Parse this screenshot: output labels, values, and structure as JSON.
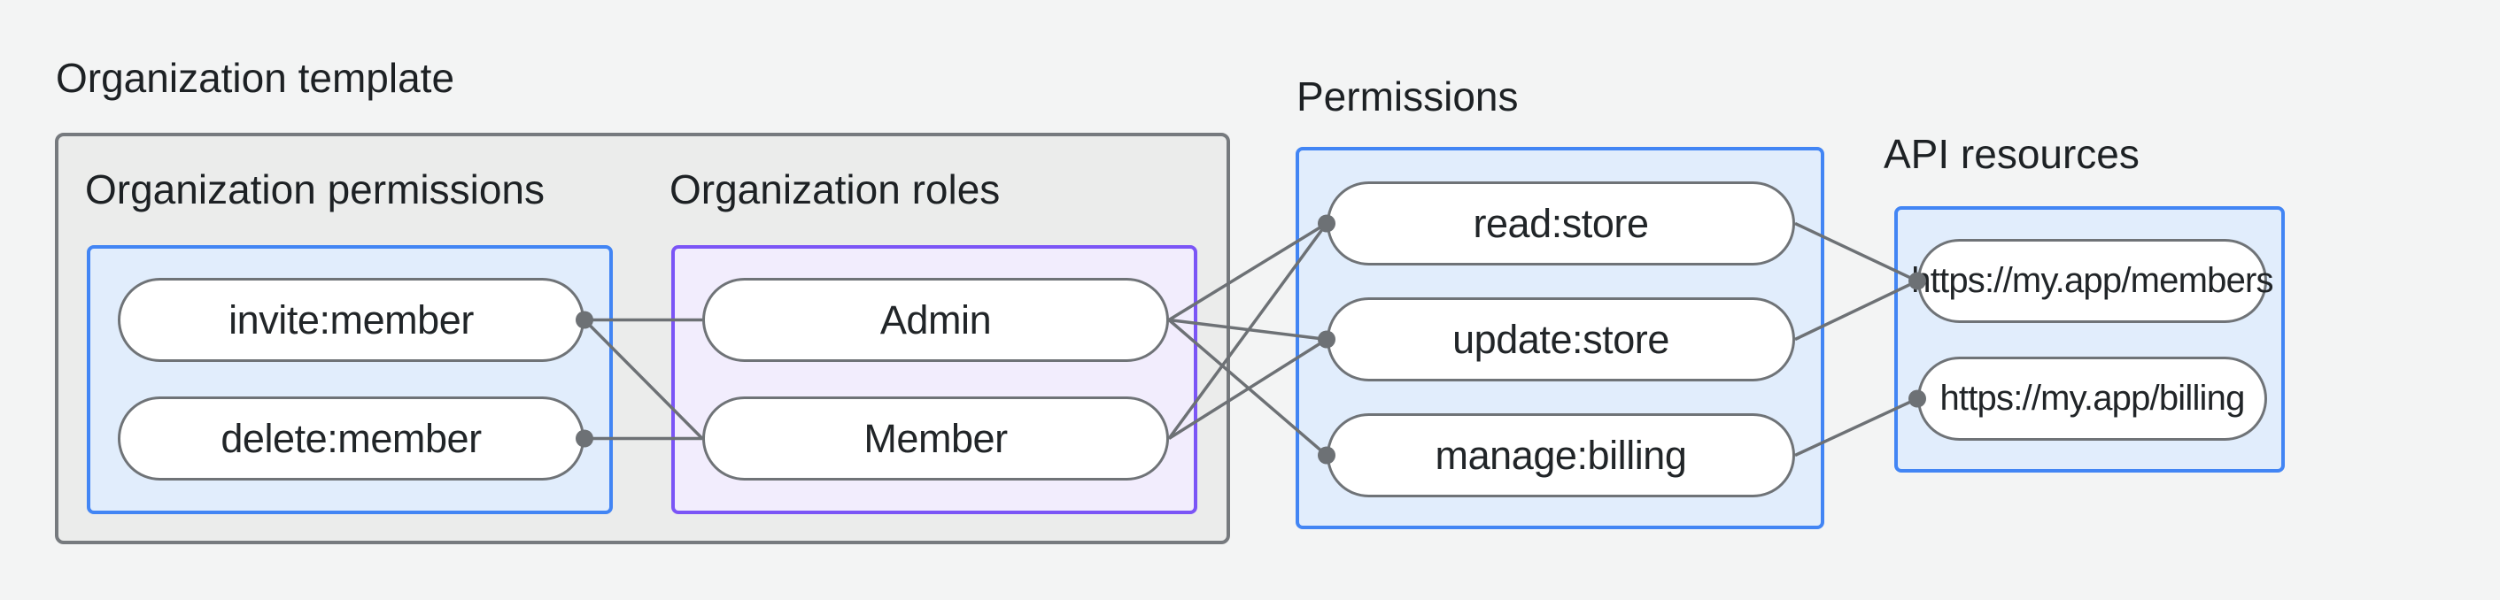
{
  "diagram": {
    "outer_label": "Organization template",
    "groups": [
      {
        "id": "org-permissions",
        "label": "Organization permissions"
      },
      {
        "id": "org-roles",
        "label": "Organization roles"
      },
      {
        "id": "permissions",
        "label": "Permissions"
      },
      {
        "id": "api-resources",
        "label": "API resources"
      }
    ],
    "nodes": {
      "invite": {
        "label": "invite:member",
        "group": "org-permissions"
      },
      "delete": {
        "label": "delete:member",
        "group": "org-permissions"
      },
      "admin": {
        "label": "Admin",
        "group": "org-roles"
      },
      "member": {
        "label": "Member",
        "group": "org-roles"
      },
      "read": {
        "label": "read:store",
        "group": "permissions"
      },
      "update": {
        "label": "update:store",
        "group": "permissions"
      },
      "manage": {
        "label": "manage:billing",
        "group": "permissions"
      },
      "members_api": {
        "label": "https://my.app/members",
        "group": "api-resources"
      },
      "billing_api": {
        "label": "https://my.app/billing",
        "group": "api-resources"
      }
    },
    "edges": [
      {
        "from": "invite",
        "to": "admin"
      },
      {
        "from": "invite",
        "to": "member"
      },
      {
        "from": "delete",
        "to": "member"
      },
      {
        "from": "admin",
        "to": "read"
      },
      {
        "from": "admin",
        "to": "update"
      },
      {
        "from": "admin",
        "to": "manage"
      },
      {
        "from": "member",
        "to": "read"
      },
      {
        "from": "member",
        "to": "update"
      },
      {
        "from": "read",
        "to": "members_api"
      },
      {
        "from": "update",
        "to": "members_api"
      },
      {
        "from": "manage",
        "to": "billing_api"
      }
    ],
    "connector_dots": [
      {
        "node": "invite",
        "side": "right"
      },
      {
        "node": "delete",
        "side": "right"
      },
      {
        "node": "read",
        "side": "left"
      },
      {
        "node": "update",
        "side": "left"
      },
      {
        "node": "manage",
        "side": "left"
      },
      {
        "node": "members_api",
        "side": "left"
      },
      {
        "node": "billing_api",
        "side": "left"
      }
    ]
  },
  "colors": {
    "page_bg": "#f3f4f4",
    "gray_box_fill": "#ebeceb",
    "gray_box_border": "#767a7e",
    "blue_border": "#4285f4",
    "blue_fill": "#e1edfc",
    "purple_border": "#7b55f6",
    "purple_fill": "#f2edfd",
    "pill_border": "#6f7377",
    "pill_fill": "#ffffff",
    "connector": "#6d7175",
    "text": "#212528",
    "heading_text": "#1d2124"
  }
}
